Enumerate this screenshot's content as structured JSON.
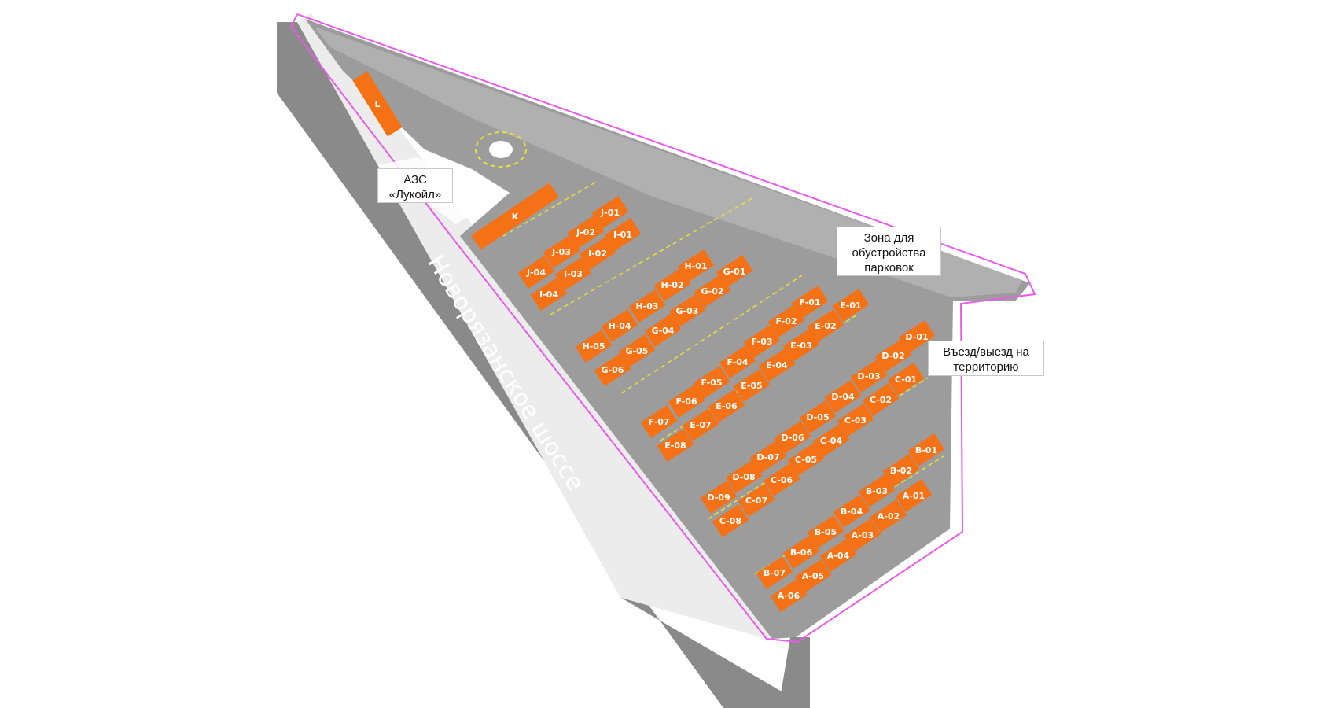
{
  "colors": {
    "road": "#8a8a8a",
    "asphalt": "#9c9c9c",
    "unit": "#f57115",
    "boundary": "#e85ae8",
    "marking": "#e6e03c",
    "shoulder": "#ececec"
  },
  "labels": {
    "gas_station": [
      "АЗС",
      "«Лукойл»"
    ],
    "parking_zone": [
      "Зона для",
      "обустройства",
      "парковок"
    ],
    "entrance": [
      "Въезд/выезд на",
      "территорию"
    ],
    "road": "Новорязанское шоссе"
  },
  "units": {
    "L": "L",
    "K": "K",
    "J": [
      "J-01",
      "J-02",
      "J-03",
      "J-04"
    ],
    "I": [
      "I-01",
      "I-02",
      "I-03",
      "I-04"
    ],
    "H": [
      "H-01",
      "H-02",
      "H-03",
      "H-04",
      "H-05"
    ],
    "G": [
      "G-01",
      "G-02",
      "G-03",
      "G-04",
      "G-05",
      "G-06"
    ],
    "F": [
      "F-01",
      "F-02",
      "F-03",
      "F-04",
      "F-05",
      "F-06",
      "F-07"
    ],
    "E": [
      "E-01",
      "E-02",
      "E-03",
      "E-04",
      "E-05",
      "E-06",
      "E-07",
      "E-08"
    ],
    "D": [
      "D-01",
      "D-02",
      "D-03",
      "D-04",
      "D-05",
      "D-06",
      "D-07",
      "D-08",
      "D-09"
    ],
    "C": [
      "C-01",
      "C-02",
      "C-03",
      "C-04",
      "C-05",
      "C-06",
      "C-07",
      "C-08"
    ],
    "B": [
      "B-01",
      "B-02",
      "B-03",
      "B-04",
      "B-05",
      "B-06",
      "B-07"
    ],
    "A": [
      "A-01",
      "A-02",
      "A-03",
      "A-04",
      "A-05",
      "A-06"
    ]
  }
}
